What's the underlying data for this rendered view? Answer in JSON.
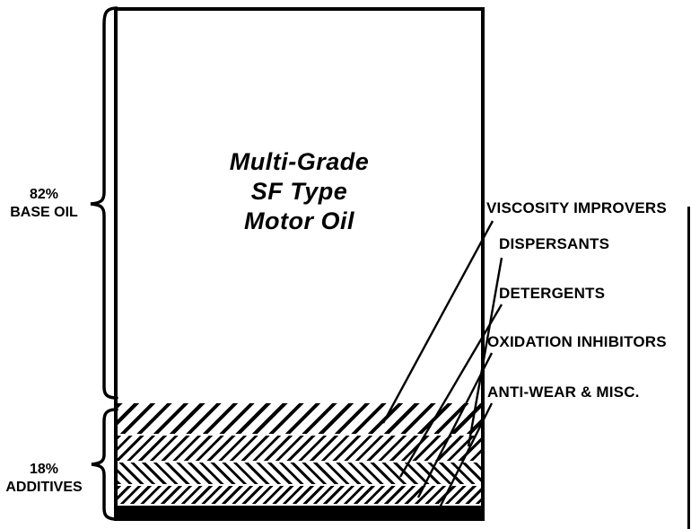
{
  "colors": {
    "ink": "#000000",
    "paper": "#ffffff"
  },
  "box": {
    "title_lines": [
      "Multi-Grade",
      "SF Type",
      "Motor Oil"
    ]
  },
  "composition": [
    {
      "percent": "82%",
      "label": "BASE OIL"
    },
    {
      "percent": "18%",
      "label": "ADDITIVES"
    }
  ],
  "additive_callouts": [
    {
      "label": "VISCOSITY IMPROVERS"
    },
    {
      "label": "DISPERSANTS"
    },
    {
      "label": "DETERGENTS"
    },
    {
      "label": "OXIDATION INHIBITORS"
    },
    {
      "label": "ANTI-WEAR & MISC."
    }
  ]
}
